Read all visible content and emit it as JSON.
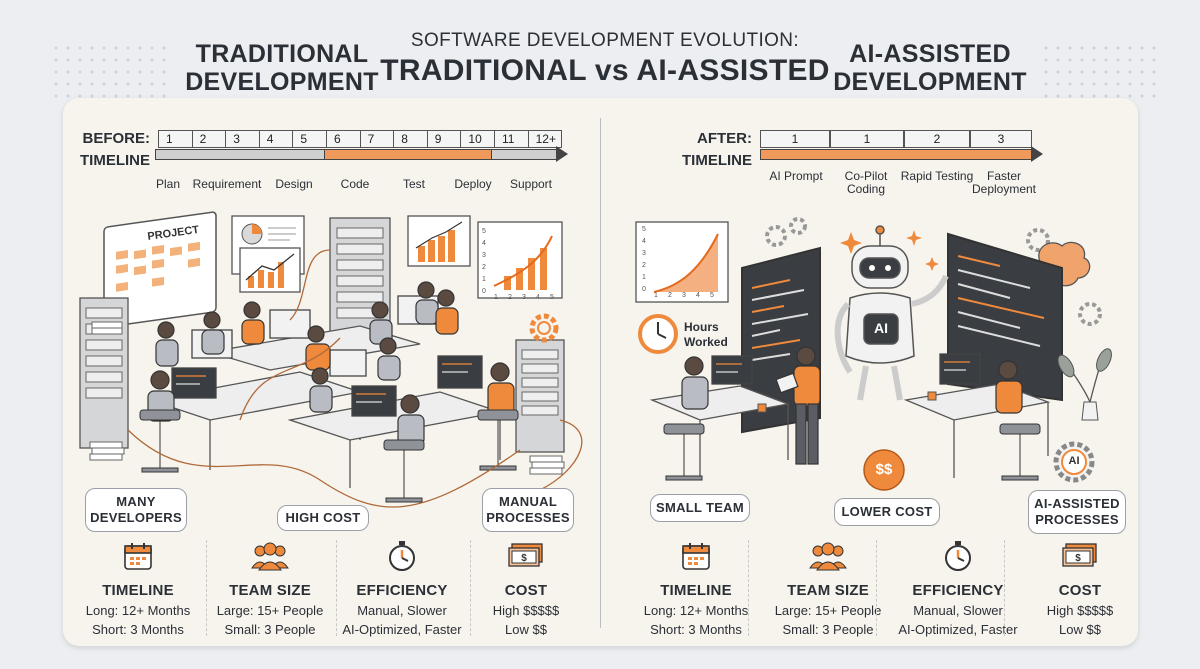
{
  "header": {
    "left_heading": [
      "TRADITIONAL",
      "DEVELOPMENT"
    ],
    "title_line1": "SOFTWARE DEVELOPMENT EVOLUTION:",
    "title_line2": "TRADITIONAL vs AI-ASSISTED",
    "right_heading": [
      "AI-ASSISTED",
      "DEVELOPMENT"
    ]
  },
  "traditional": {
    "timeline_label": [
      "BEFORE:",
      "TIMELINE"
    ],
    "segments": [
      "1",
      "2",
      "3",
      "4",
      "5",
      "6",
      "7",
      "8",
      "9",
      "10",
      "11",
      "12+"
    ],
    "phases": [
      "Plan",
      "Requirement",
      "Design",
      "Code",
      "Test",
      "Deploy",
      "Support"
    ],
    "board_title": "PROJECT",
    "chart_ticks": [
      "5",
      "4",
      "3",
      "2",
      "1",
      "0",
      "1",
      "2",
      "3",
      "4",
      "5"
    ],
    "pills": [
      "MANY DEVELOPERS",
      "HIGH COST",
      "MANUAL PROCESSES"
    ]
  },
  "ai": {
    "timeline_label": [
      "AFTER:",
      "TIMELINE"
    ],
    "segments": [
      "1",
      "1",
      "2",
      "3"
    ],
    "phases": [
      "AI Prompt",
      "Co-Pilot Coding",
      "Rapid Testing",
      "Faster Deployment"
    ],
    "chart_ticks": [
      "5",
      "4",
      "3",
      "2",
      "1",
      "0",
      "1",
      "2",
      "3",
      "4",
      "5"
    ],
    "hours_label": "Hours Worked",
    "robot_label": "AI",
    "coin_label": "$$",
    "gear_label": "AI",
    "pills": [
      "SMALL TEAM",
      "LOWER COST",
      "AI-ASSISTED PROCESSES"
    ]
  },
  "stats": [
    {
      "icon": "calendar-icon",
      "title": "TIMELINE",
      "line1": "Long: 12+ Months",
      "line2": "Short: 3 Months"
    },
    {
      "icon": "team-icon",
      "title": "TEAM SIZE",
      "line1": "Large: 15+ People",
      "line2": "Small: 3 People"
    },
    {
      "icon": "stopwatch-icon",
      "title": "EFFICIENCY",
      "line1": "Manual, Slower",
      "line2": "AI-Optimized, Faster"
    },
    {
      "icon": "money-icon",
      "title": "COST",
      "line1": "High $$$$$",
      "line2": "Low $$"
    }
  ],
  "colors": {
    "accent": "#ef8a3c",
    "dark": "#2b2f36",
    "grey": "#cfcfcf",
    "card": "#f7f4ee"
  }
}
